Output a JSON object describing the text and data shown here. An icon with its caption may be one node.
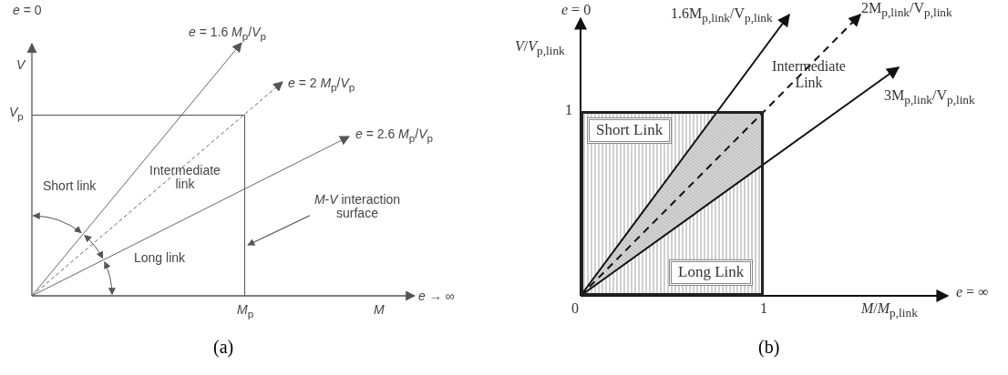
{
  "diagram": {
    "nodes": [
      {
        "text": [
          "*M*-*V* interaction surface"
        ]
      },
      {
        "text": [],
        "shape": "box"
      },
      {
        "text": [],
        "shape": "box"
      },
      {
        "text": [
          "Short Link"
        ],
        "in": 2
      },
      {
        "text": [
          "Long Link"
        ],
        "in": 2
      }
    ],
    "edges": [
      {
        "from": 0,
        "to": 1,
        "arrow": "to"
      }
    ],
    "labels": [
      "*e* = 0",
      "*V*",
      "*V*$_{p}$",
      "*e* = 1.6 *M*$_{p}$/*V*$_{p}$",
      "*e* = 2 *M*$_{p}$/*V*$_{p}$",
      "*e* = 2.6 *M*$_{p}$/*V*$_{p}$",
      "Short link",
      "Intermediate link",
      "Long link",
      "*M*$_{p}$",
      "*M*",
      "*e* → ∞",
      "(a)",
      "*e* = 0",
      "1.6M$_{p,link}$/V$_{p,link}$",
      "2M$_{p,link}$/V$_{p,link}$",
      "*V*/*V*$_{p,link}$",
      "Intermediate Link",
      "3M$_{p,link}$/V$_{p,link}$",
      "1",
      "0",
      "1",
      "*e* = ∞",
      "*M*/*M*$_{p,link}$",
      "(b)"
    ]
  }
}
